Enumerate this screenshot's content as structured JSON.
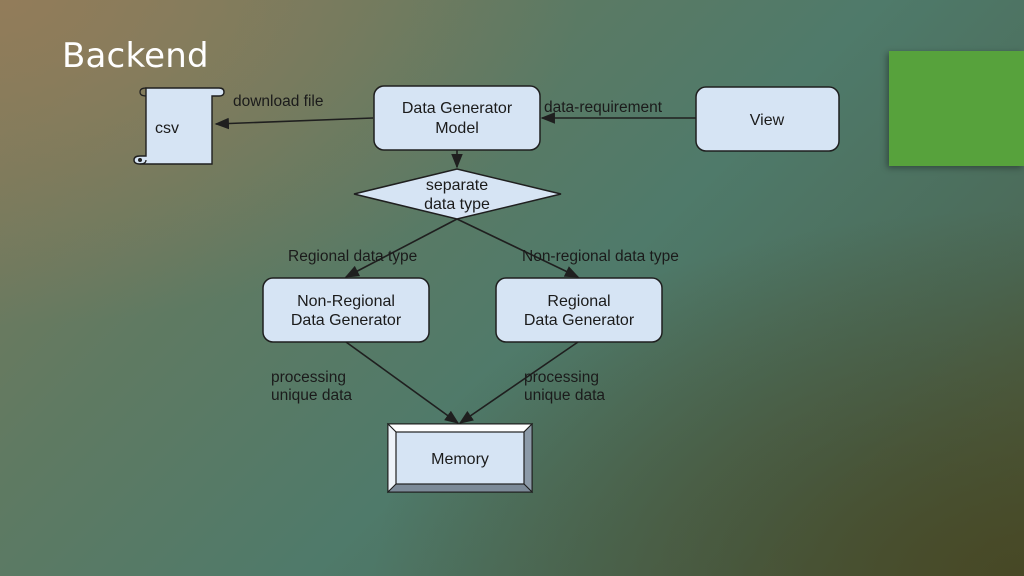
{
  "slide": {
    "title": "Backend",
    "colors": {
      "accent": "#57a23c",
      "node_fill": "#d6e4f4",
      "node_stroke": "#1f1f1f"
    }
  },
  "diagram": {
    "nodes": {
      "csv": "csv",
      "data_generator_model": [
        "Data Generator",
        "Model"
      ],
      "view": "View",
      "separate_data_type": [
        "separate",
        "data type"
      ],
      "non_regional_generator": [
        "Non-Regional",
        "Data Generator"
      ],
      "regional_generator": [
        "Regional",
        "Data Generator"
      ],
      "memory": "Memory"
    },
    "edges": {
      "download_file": "download file",
      "data_requirement": "data-requirement",
      "regional_data_type": "Regional data type",
      "non_regional_data_type": "Non-regional data type",
      "processing_left": [
        "processing",
        "unique data"
      ],
      "processing_right": [
        "processing",
        "unique data"
      ]
    }
  }
}
